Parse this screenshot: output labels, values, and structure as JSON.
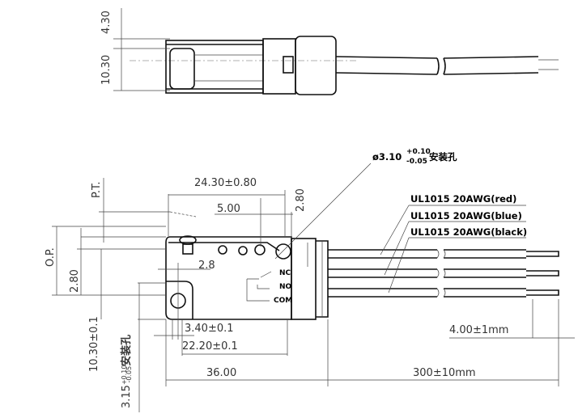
{
  "top_view": {
    "dim_height_small": "4.30",
    "dim_height": "10.30"
  },
  "side_view": {
    "dim_overall_lever": "24.30±0.80",
    "dim_lever_tip": "5.00",
    "dim_right_offset": "2.80",
    "dim_pt": "P.T.",
    "dim_op": "O.P.",
    "dim_op_offset": "2.80",
    "dim_hole_offset": "2.8",
    "dim_height_total": "10.30±0.1",
    "dim_hole_dia": "3.15",
    "dim_hole_dia_tol_plus": "+0.10",
    "dim_hole_dia_tol_minus": "-0.05",
    "dim_hole_note": "安装孔",
    "dim_hole_spacing_small": "3.40±0.1",
    "dim_hole_spacing": "22.20±0.1",
    "dim_body_length": "36.00",
    "dim_wire_length": "300±10mm",
    "dim_strip_length": "4.00±1mm",
    "mount_hole_callout": {
      "dia": "ø3.10",
      "tol_plus": "+0.10",
      "tol_minus": "-0.05",
      "note": "安装孔"
    },
    "terminals": [
      "NC",
      "NO",
      "COM"
    ],
    "wires": [
      "UL1015 20AWG(red)",
      "UL1015 20AWG(blue)",
      "UL1015 20AWG(black)"
    ]
  }
}
